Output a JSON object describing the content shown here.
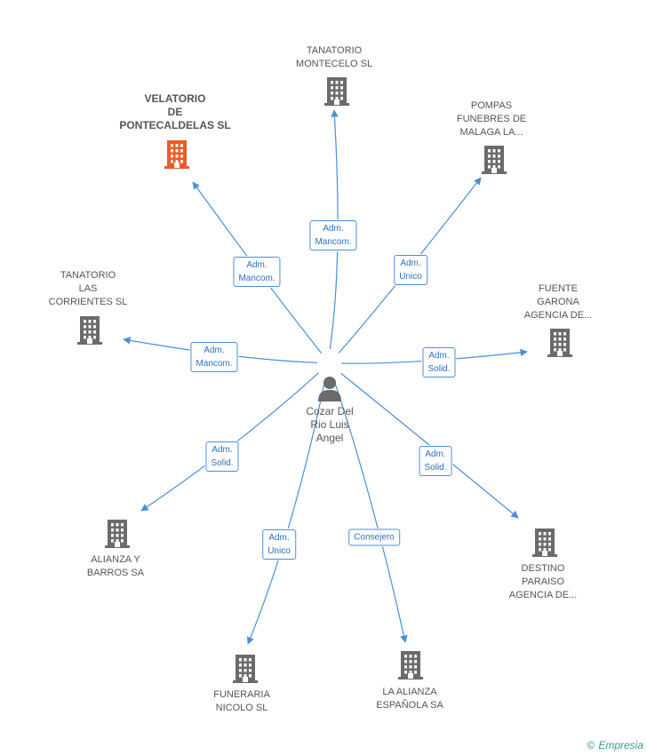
{
  "center": {
    "label": "Cozar Del\nRio Luis\nAngel",
    "icon": "person-icon"
  },
  "colors": {
    "edge": "#4a8fdb",
    "building": "#6b6b6b",
    "highlight": "#ef5a24"
  },
  "nodes": [
    {
      "id": "montecelo",
      "label": "TANATORIO\nMONTECELO SL",
      "icon": "building-icon",
      "highlight": false,
      "relation": "Adm.\nMancom."
    },
    {
      "id": "pompas",
      "label": "POMPAS\nFUNEBRES DE\nMALAGA LA...",
      "icon": "building-icon",
      "highlight": false,
      "relation": "Adm.\nUnico"
    },
    {
      "id": "garona",
      "label": "FUENTE\nGARONA\nAGENCIA DE...",
      "icon": "building-icon",
      "highlight": false,
      "relation": "Adm.\nSolid."
    },
    {
      "id": "destino",
      "label": "DESTINO\nPARAISO\nAGENCIA DE...",
      "icon": "building-icon",
      "highlight": false,
      "relation": "Adm.\nSolid."
    },
    {
      "id": "alianza-esp",
      "label": "LA ALIANZA\nESPAÑOLA SA",
      "icon": "building-icon",
      "highlight": false,
      "relation": "Consejero"
    },
    {
      "id": "nicolo",
      "label": "FUNERARIA\nNICOLO SL",
      "icon": "building-icon",
      "highlight": false,
      "relation": "Adm.\nUnico"
    },
    {
      "id": "alianza-barros",
      "label": "ALIANZA Y\nBARROS SA",
      "icon": "building-icon",
      "highlight": false,
      "relation": "Adm.\nSolid."
    },
    {
      "id": "corrientes",
      "label": "TANATORIO\nLAS\nCORRIENTES SL",
      "icon": "building-icon",
      "highlight": false,
      "relation": "Adm.\nMancom."
    },
    {
      "id": "velatorio",
      "label": "VELATORIO\nDE\nPONTECALDELAS SL",
      "icon": "building-icon",
      "highlight": true,
      "relation": "Adm.\nMancom."
    }
  ],
  "brand": {
    "copyright": "©",
    "name": "Empresia"
  }
}
